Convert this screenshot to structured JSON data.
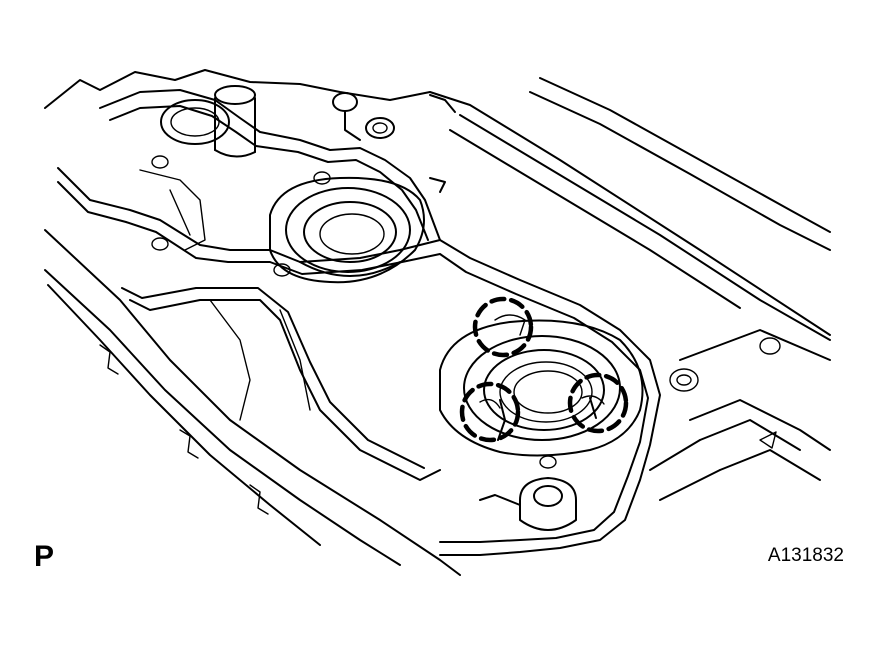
{
  "figure": {
    "view_label": "P",
    "figure_code": "A131832"
  },
  "highlight_markers": {
    "count": 3,
    "style": "dashed-circle",
    "color": "#000000"
  },
  "colors": {
    "line": "#000000",
    "background": "#ffffff"
  }
}
